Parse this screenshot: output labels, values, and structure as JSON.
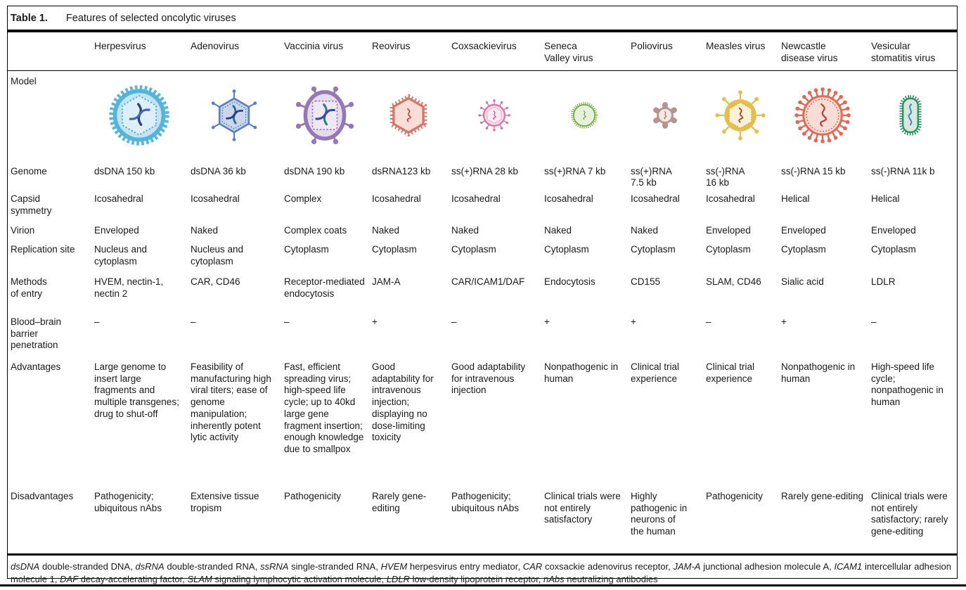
{
  "table": {
    "title_label": "Table 1.",
    "title_text": "Features of selected oncolytic viruses",
    "row_labels": {
      "model": "Model",
      "genome": "Genome",
      "capsid_symmetry": "Capsid\nsymmetry",
      "virion": "Virion",
      "replication_site": "Replication site",
      "methods_of_entry": "Methods\nof entry",
      "bbb": "Blood–brain\nbarrier\npenetration",
      "advantages": "Advantages",
      "disadvantages": "Disadvantages"
    },
    "columns": [
      {
        "name": "Herpesvirus",
        "icon": "herpesvirus-icon",
        "genome": "dsDNA 150 kb",
        "capsid_symmetry": "Icosahedral",
        "virion": "Enveloped",
        "replication_site": "Nucleus and\ncytoplasm",
        "methods_of_entry": "HVEM, nectin-1,\nnectin 2",
        "bbb": "–",
        "advantages": "Large genome to insert large fragments and multiple transgenes; drug to shut-off",
        "disadvantages": "Pathogenicity; ubiquitous nAbs"
      },
      {
        "name": "Adenovirus",
        "icon": "adenovirus-icon",
        "genome": "dsDNA 36 kb",
        "capsid_symmetry": "Icosahedral",
        "virion": "Naked",
        "replication_site": "Nucleus and\ncytoplasm",
        "methods_of_entry": "CAR, CD46",
        "bbb": "–",
        "advantages": "Feasibility of manufacturing high viral titers; ease of genome manipulation; inherently potent lytic activity",
        "disadvantages": "Extensive tissue tropism"
      },
      {
        "name": "Vaccinia virus",
        "icon": "vaccinia-virus-icon",
        "genome": "dsDNA 190 kb",
        "capsid_symmetry": "Complex",
        "virion": "Complex coats",
        "replication_site": "Cytoplasm",
        "methods_of_entry": "Receptor-mediated endocytosis",
        "bbb": "–",
        "advantages": "Fast, efficient spreading virus; high-speed life cycle; up to 40kd large gene fragment insertion; enough knowledge due to smallpox",
        "disadvantages": "Pathogenicity"
      },
      {
        "name": "Reovirus",
        "icon": "reovirus-icon",
        "genome": "dsRNA123 kb",
        "capsid_symmetry": "Icosahedral",
        "virion": "Naked",
        "replication_site": "Cytoplasm",
        "methods_of_entry": "JAM-A",
        "bbb": "+",
        "advantages": "Good adaptability for intravenous injection; displaying no dose-limiting toxicity",
        "disadvantages": "Rarely gene-editing"
      },
      {
        "name": "Coxsackievirus",
        "icon": "coxsackievirus-icon",
        "genome": "ss(+)RNA 28 kb",
        "capsid_symmetry": "Icosahedral",
        "virion": "Naked",
        "replication_site": "Cytoplasm",
        "methods_of_entry": "CAR/ICAM1/DAF",
        "bbb": "–",
        "advantages": "Good adaptability for intravenous injection",
        "disadvantages": "Pathogenicity; ubiquitous nAbs"
      },
      {
        "name": "Seneca\nValley virus",
        "icon": "seneca-valley-virus-icon",
        "genome": "ss(+)RNA 7 kb",
        "capsid_symmetry": "Icosahedral",
        "virion": "Naked",
        "replication_site": "Cytoplasm",
        "methods_of_entry": "Endocytosis",
        "bbb": "+",
        "advantages": "Nonpathogenic in human",
        "disadvantages": "Clinical trials were not entirely satisfactory"
      },
      {
        "name": "Poliovirus",
        "icon": "poliovirus-icon",
        "genome": "ss(+)RNA\n7.5 kb",
        "capsid_symmetry": "Icosahedral",
        "virion": "Naked",
        "replication_site": "Cytoplasm",
        "methods_of_entry": "CD155",
        "bbb": "+",
        "advantages": "Clinical trial experience",
        "disadvantages": "Highly pathogenic in neurons of\nthe human"
      },
      {
        "name": "Measles virus",
        "icon": "measles-virus-icon",
        "genome": "ss(-)RNA\n16 kb",
        "capsid_symmetry": "Icosahedral",
        "virion": "Enveloped",
        "replication_site": "Cytoplasm",
        "methods_of_entry": "SLAM, CD46",
        "bbb": "–",
        "advantages": "Clinical trial experience",
        "disadvantages": "Pathogenicity"
      },
      {
        "name": "Newcastle\ndisease virus",
        "icon": "newcastle-disease-virus-icon",
        "genome": "ss(-)RNA 15 kb",
        "capsid_symmetry": "Helical",
        "virion": "Enveloped",
        "replication_site": "Cytoplasm",
        "methods_of_entry": "Sialic acid",
        "bbb": "+",
        "advantages": "Nonpathogenic in human",
        "disadvantages": "Rarely gene-editing"
      },
      {
        "name": "Vesicular\nstomatitis virus",
        "icon": "vesicular-stomatitis-virus-icon",
        "genome": "ss(-)RNA 11k b",
        "capsid_symmetry": "Helical",
        "virion": "Enveloped",
        "replication_site": "Cytoplasm",
        "methods_of_entry": "LDLR",
        "bbb": "–",
        "advantages": "High-speed life cycle; nonpathogenic in human",
        "disadvantages": "Clinical trials were not entirely satisfactory; rarely gene-editing"
      }
    ],
    "footnote_segments": [
      {
        "text": "dsDNA",
        "italic": true
      },
      {
        "text": " double-stranded DNA, ",
        "italic": false
      },
      {
        "text": "dsRNA",
        "italic": true
      },
      {
        "text": " double-stranded RNA, ",
        "italic": false
      },
      {
        "text": "ssRNA",
        "italic": true
      },
      {
        "text": " single-stranded RNA, ",
        "italic": false
      },
      {
        "text": "HVEM",
        "italic": true
      },
      {
        "text": " herpesvirus entry mediator, ",
        "italic": false
      },
      {
        "text": "CAR",
        "italic": true
      },
      {
        "text": " coxsackie adenovirus receptor, ",
        "italic": false
      },
      {
        "text": "JAM-A",
        "italic": true
      },
      {
        "text": " junctional adhesion molecule A, ",
        "italic": false
      },
      {
        "text": "ICAM1",
        "italic": true
      },
      {
        "text": " intercellular adhesion molecule 1, ",
        "italic": false
      },
      {
        "text": "DAF",
        "italic": true
      },
      {
        "text": " decay-accelerating factor, ",
        "italic": false
      },
      {
        "text": "SLAM",
        "italic": true
      },
      {
        "text": " signaling lymphocytic activation molecule, ",
        "italic": false
      },
      {
        "text": "LDLR",
        "italic": true
      },
      {
        "text": " low-density lipoprotein receptor, ",
        "italic": false
      },
      {
        "text": "nAbs",
        "italic": true
      },
      {
        "text": " neutralizing antibodies",
        "italic": false
      }
    ],
    "icon_colors": {
      "herpes_ring": "#54b4d9",
      "herpes_fill": "#c3e4f3",
      "herpes_helix": "#2b3a8f",
      "adeno_stroke": "#5b80c2",
      "adeno_fill": "#ccd6ea",
      "adeno_helix": "#1b6d8c",
      "vaccinia_stroke": "#9678b4",
      "vaccinia_fill": "#e4dbef",
      "vaccinia_helix": "#2a7f8f",
      "reo_stroke": "#d4766a",
      "reo_fill": "#f9ddd6",
      "reo_squiggle": "#c54b3c",
      "cox_stroke": "#d873a6",
      "cox_fill": "#f7dcea",
      "cox_squiggle": "#c2558f",
      "seneca_stroke": "#79b44a",
      "seneca_fill": "#e7f1dc",
      "seneca_squiggle": "#5a9a3a",
      "polio_body": "#b59490",
      "polio_inner": "#f2e8e4",
      "polio_squiggle": "#9a6e62",
      "measles_ring": "#e5bf4e",
      "measles_fill": "#f9f1d8",
      "measles_squiggle": "#a0522d",
      "newcastle_stroke": "#e06a56",
      "newcastle_fill": "#f7ddd5",
      "newcastle_squiggle": "#b0453a",
      "vsv_stroke": "#2f8f63",
      "vsv_fill": "#d5e9dd",
      "vsv_squiggle": "#4a86c8"
    }
  }
}
